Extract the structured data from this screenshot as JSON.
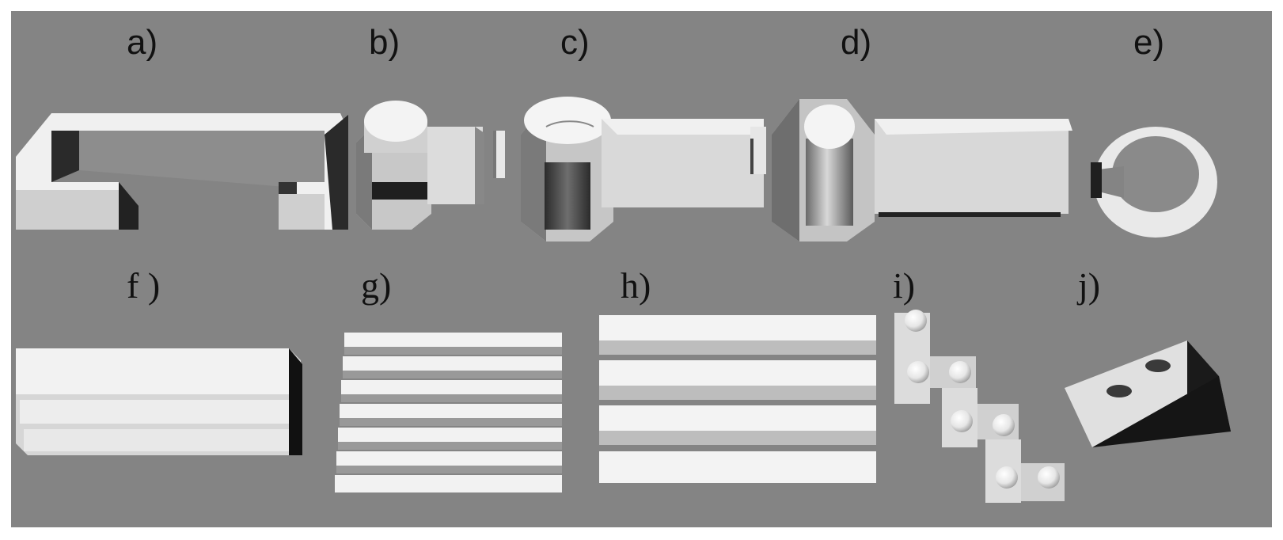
{
  "labels": {
    "a": "a)",
    "b": "b)",
    "c": "c)",
    "d": "d)",
    "e": "e)",
    "f": "f )",
    "g": "g)",
    "h": "h)",
    "i": "i)",
    "j": "j)"
  },
  "colors": {
    "background": "#848484",
    "frame": "#ffffff",
    "face_light": "#f2f2f2",
    "face_mid": "#cfcfcf",
    "face_dark": "#8e8e8e",
    "shadow": "#1a1a1a",
    "label": "#111111"
  }
}
